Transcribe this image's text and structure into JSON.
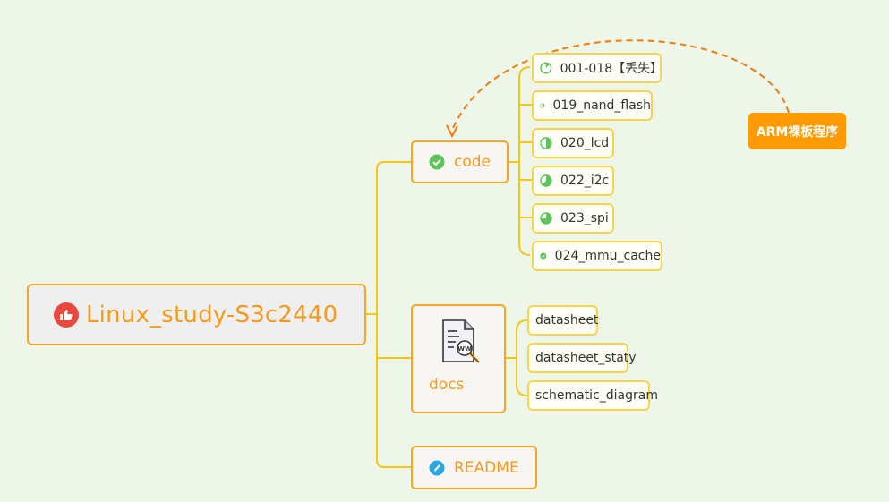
{
  "root": {
    "label": "Linux_study-S3c2440",
    "icon": "thumbs-up-icon",
    "color": "#e9483f"
  },
  "branches": {
    "code": {
      "label": "code",
      "icon": "check-circle-icon",
      "children": [
        {
          "label": "001-018【丢失】",
          "icon": "progress-icon",
          "progress": 0.125
        },
        {
          "label": "019_nand_flash",
          "icon": "progress-icon",
          "progress": 0.375
        },
        {
          "label": "020_lcd",
          "icon": "progress-icon",
          "progress": 0.5
        },
        {
          "label": "022_i2c",
          "icon": "progress-icon",
          "progress": 0.625
        },
        {
          "label": "023_spi",
          "icon": "progress-icon",
          "progress": 0.75
        },
        {
          "label": "024_mmu_cache",
          "icon": "check-circle-icon",
          "progress": 1.0
        }
      ]
    },
    "docs": {
      "label": "docs",
      "icon": "document-search-icon",
      "children": [
        {
          "label": "datasheet"
        },
        {
          "label": "datasheet_staty"
        },
        {
          "label": "schematic_diagram"
        }
      ]
    },
    "readme": {
      "label": "README",
      "icon": "pencil-circle-icon"
    }
  },
  "callout": {
    "label": "ARM裸板程序",
    "target": "code"
  },
  "colors": {
    "background": "#eef5e9",
    "branch_line": "#f5c518",
    "accent": "#f59a1b",
    "callout": "#ff9b00",
    "progress": "#5cc45a",
    "readme_icon": "#2aa7e0"
  }
}
